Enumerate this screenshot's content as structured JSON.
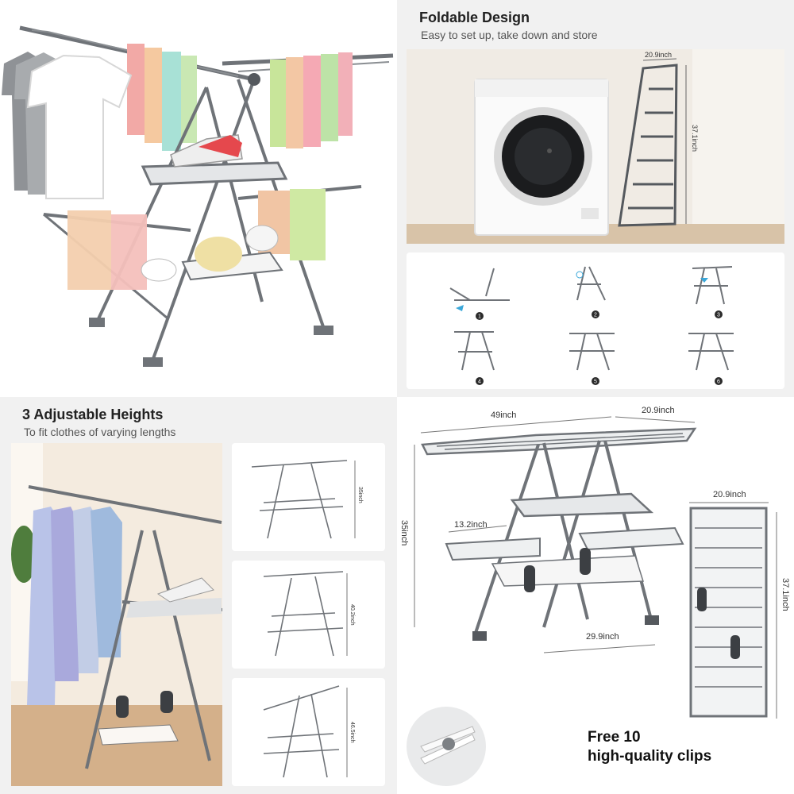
{
  "panels": {
    "foldable": {
      "title": "Foldable Design",
      "subtitle": "Easy to set up, take down and store",
      "folded_width": "20.9inch",
      "folded_height": "37.1inch",
      "steps": [
        "1",
        "2",
        "3",
        "4",
        "5",
        "6"
      ]
    },
    "heights": {
      "title": "3 Adjustable Heights",
      "subtitle": "To fit clothes of varying lengths",
      "options": [
        "35inch",
        "40.2inch",
        "46.5inch"
      ]
    },
    "dimensions": {
      "length": "49inch",
      "depth": "20.9inch",
      "height": "35inch",
      "wing": "13.2inch",
      "base": "29.9inch",
      "folded_width": "20.9inch",
      "folded_height": "37.1inch"
    },
    "clips": {
      "line1": "Free 10",
      "line2": "high-quality clips"
    }
  },
  "colors": {
    "frame": "#6f7378",
    "joint": "#55595e",
    "text": "#222222",
    "washer": "#f7f7f7"
  }
}
